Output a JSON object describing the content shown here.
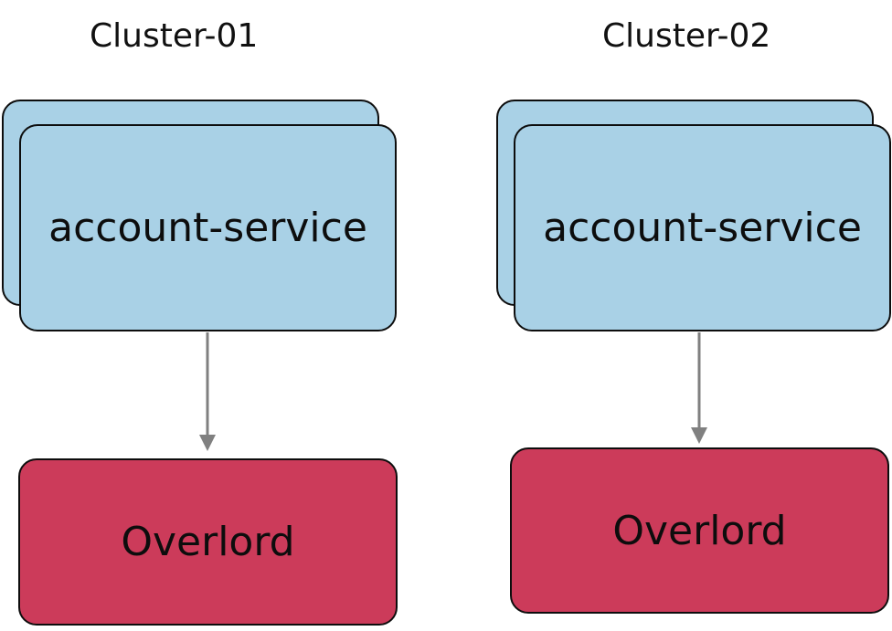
{
  "clusters": [
    {
      "title": "Cluster-01",
      "service": "account-service",
      "target": "Overlord"
    },
    {
      "title": "Cluster-02",
      "service": "account-service",
      "target": "Overlord"
    }
  ],
  "colors": {
    "service_fill": "#a9d1e6",
    "target_fill": "#cc3b5a",
    "border": "#0d0d0d",
    "arrow": "#808080"
  }
}
